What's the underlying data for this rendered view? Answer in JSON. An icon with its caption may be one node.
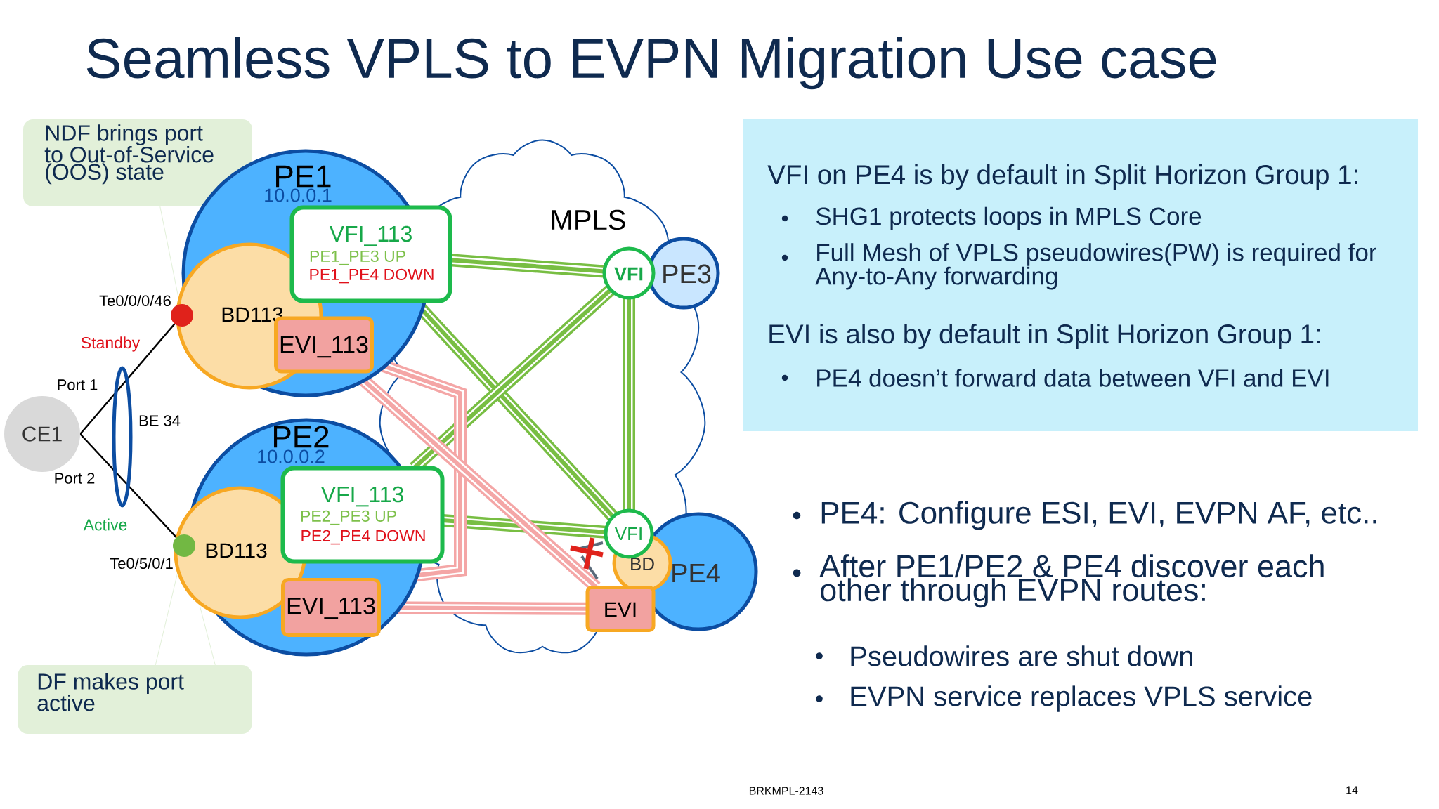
{
  "diagram": {
    "title": "Seamless VPLS to EVPN Migration Use case",
    "nodes": [
      {
        "text": [
          "NDF brings port to Out-of-Service (OOS) state"
        ]
      },
      {
        "text": [
          "PE1",
          "10.0.0.1"
        ]
      },
      {
        "text": [
          "BD113"
        ],
        "in": 1
      },
      {
        "text": [
          "VFI_113",
          "PE1_PE3 UP",
          "PE1_PE4 DOWN"
        ],
        "in": 1
      },
      {
        "text": [
          "EVI_113"
        ],
        "in": 1
      },
      {
        "text": [
          "PE2",
          "10.0.0.2"
        ]
      },
      {
        "text": [
          "BD113"
        ],
        "in": 5
      },
      {
        "text": [
          "VFI_113",
          "PE2_PE3 UP",
          "PE2_PE4 DOWN"
        ],
        "in": 5
      },
      {
        "text": [
          "EVI_113"
        ],
        "in": 5
      },
      {
        "text": [
          "PE3"
        ]
      },
      {
        "text": [
          "VFI"
        ]
      },
      {
        "text": [
          "PE4"
        ]
      },
      {
        "text": [
          "VFI"
        ]
      },
      {
        "text": [
          "BD"
        ]
      },
      {
        "text": [
          "EVI"
        ]
      },
      {
        "text": [
          "CE1"
        ]
      },
      {
        "text": [],
        "shape": "circle",
        "beside": [
          "Te0/0/0/46"
        ]
      },
      {
        "text": [],
        "shape": "circle",
        "beside": [
          "Te0/5/0/1"
        ]
      },
      {
        "text": [
          "DF makes port active"
        ]
      },
      {
        "text": [
          "VFI on PE4 is by default in Split Horizon Group 1:",
          "SHG1 protects loops in MPLS Core",
          "Full Mesh of VPLS pseudowires(PW) is required for Any-to-Any forwarding",
          "EVI is also by default in Split Horizon Group 1:",
          "PE4 doesn’t forward data between VFI and EVI"
        ]
      }
    ],
    "edges": [
      {
        "from": 15,
        "to": 16,
        "arrow": "none",
        "color": "#000000"
      },
      {
        "from": 15,
        "to": 17,
        "arrow": "none",
        "color": "#000000"
      },
      {
        "from": 0,
        "to": 16,
        "arrow": "none",
        "color": "#e2f0d9"
      },
      {
        "from": 18,
        "to": 17,
        "arrow": "none",
        "color": "#e2f0d9"
      },
      {
        "from": 3,
        "to": 10,
        "arrow": "none",
        "color": "#78be43"
      },
      {
        "from": 3,
        "to": 12,
        "arrow": "none",
        "color": "#78be43"
      },
      {
        "from": 7,
        "to": 10,
        "arrow": "none",
        "color": "#78be43"
      },
      {
        "from": 7,
        "to": 12,
        "arrow": "none",
        "color": "#78be43"
      },
      {
        "from": 10,
        "to": 12,
        "arrow": "none",
        "color": "#78be43"
      },
      {
        "from": 4,
        "to": 8,
        "arrow": "none",
        "color": "#f4a6a6"
      },
      {
        "from": 4,
        "to": 14,
        "arrow": "none",
        "color": "#f4a6a6"
      },
      {
        "from": 8,
        "to": 14,
        "arrow": "none",
        "color": "#f4a6a6"
      }
    ],
    "labels": [
      "MPLS",
      "Standby",
      "Port 1",
      "BE 34",
      "Port 2",
      "Active",
      "PE4: Configure ESI, EVI, EVPN AF, etc..",
      "After PE1/PE2 & PE4 discover each other through EVPN routes:",
      "Pseudowires are shut down",
      "EVPN service replaces VPLS service",
      "BRKMPL-2143",
      "14"
    ]
  }
}
